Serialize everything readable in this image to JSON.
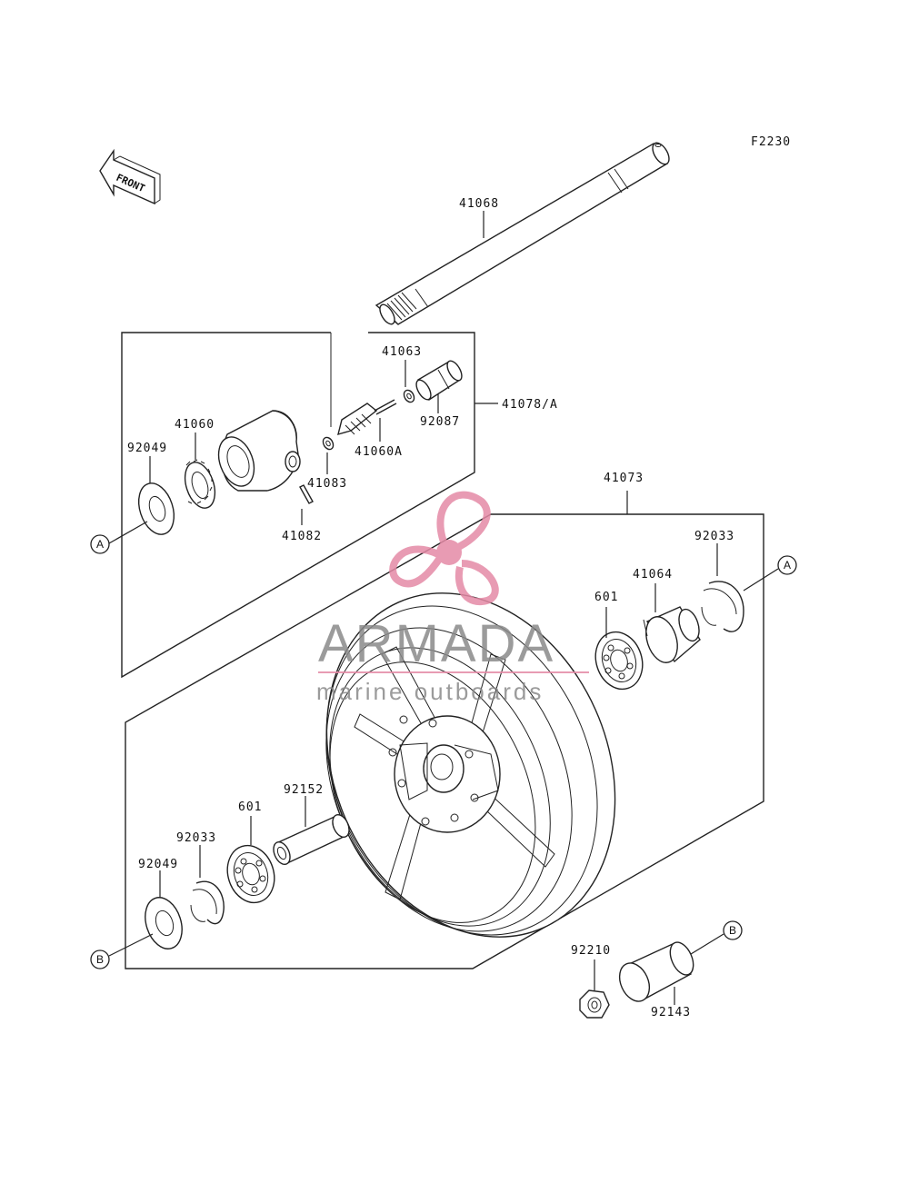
{
  "diagram": {
    "code": "F2230",
    "front_label": "FRONT",
    "parts": {
      "p41068": "41068",
      "p41063": "41063",
      "p41078A": "41078/A",
      "p92087": "92087",
      "p41060": "41060",
      "p92049_top": "92049",
      "p41060A": "41060A",
      "p41083": "41083",
      "p41082": "41082",
      "p41073": "41073",
      "p92033_right": "92033",
      "p41064": "41064",
      "p601_right": "601",
      "p92152": "92152",
      "p601_left": "601",
      "p92033_left": "92033",
      "p92049_bottom": "92049",
      "p92210": "92210",
      "p92143": "92143"
    },
    "refs": {
      "a_left": "A",
      "a_right": "A",
      "b_left": "B",
      "b_right": "B"
    }
  },
  "watermark": {
    "brand": "ARMADA",
    "tagline": "marine outboards",
    "color": "#e58aa6",
    "text_color": "#8a8a8a"
  }
}
